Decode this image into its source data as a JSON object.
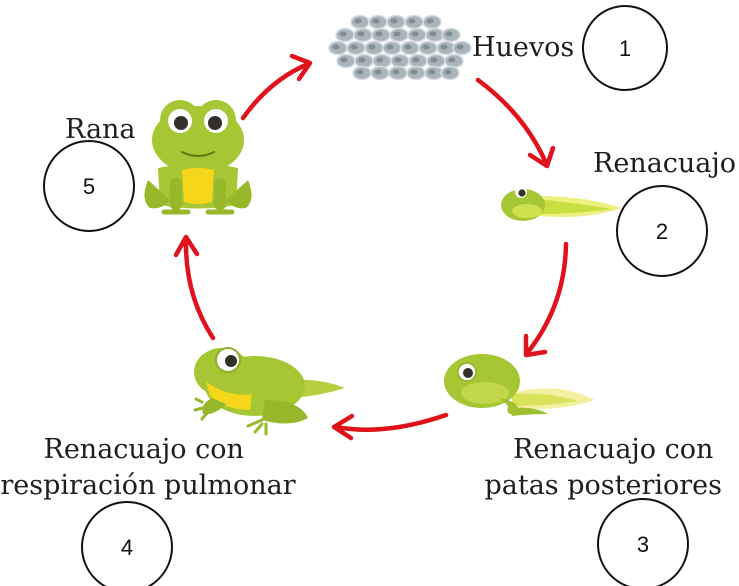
{
  "colors": {
    "arrow": "#e0121b",
    "frog_green": "#a6c634",
    "frog_belly": "#f6d61a",
    "egg_gray": "#a9b5bb"
  },
  "stages": [
    {
      "number": "1",
      "label_lines": [
        "Huevos"
      ]
    },
    {
      "number": "2",
      "label_lines": [
        "Renacuajo"
      ]
    },
    {
      "number": "3",
      "label_lines": [
        "Renacuajo con",
        "patas posteriores"
      ]
    },
    {
      "number": "4",
      "label_lines": [
        "Renacuajo con",
        "respiración pulmonar"
      ]
    },
    {
      "number": "5",
      "label_lines": [
        "Rana"
      ]
    }
  ]
}
